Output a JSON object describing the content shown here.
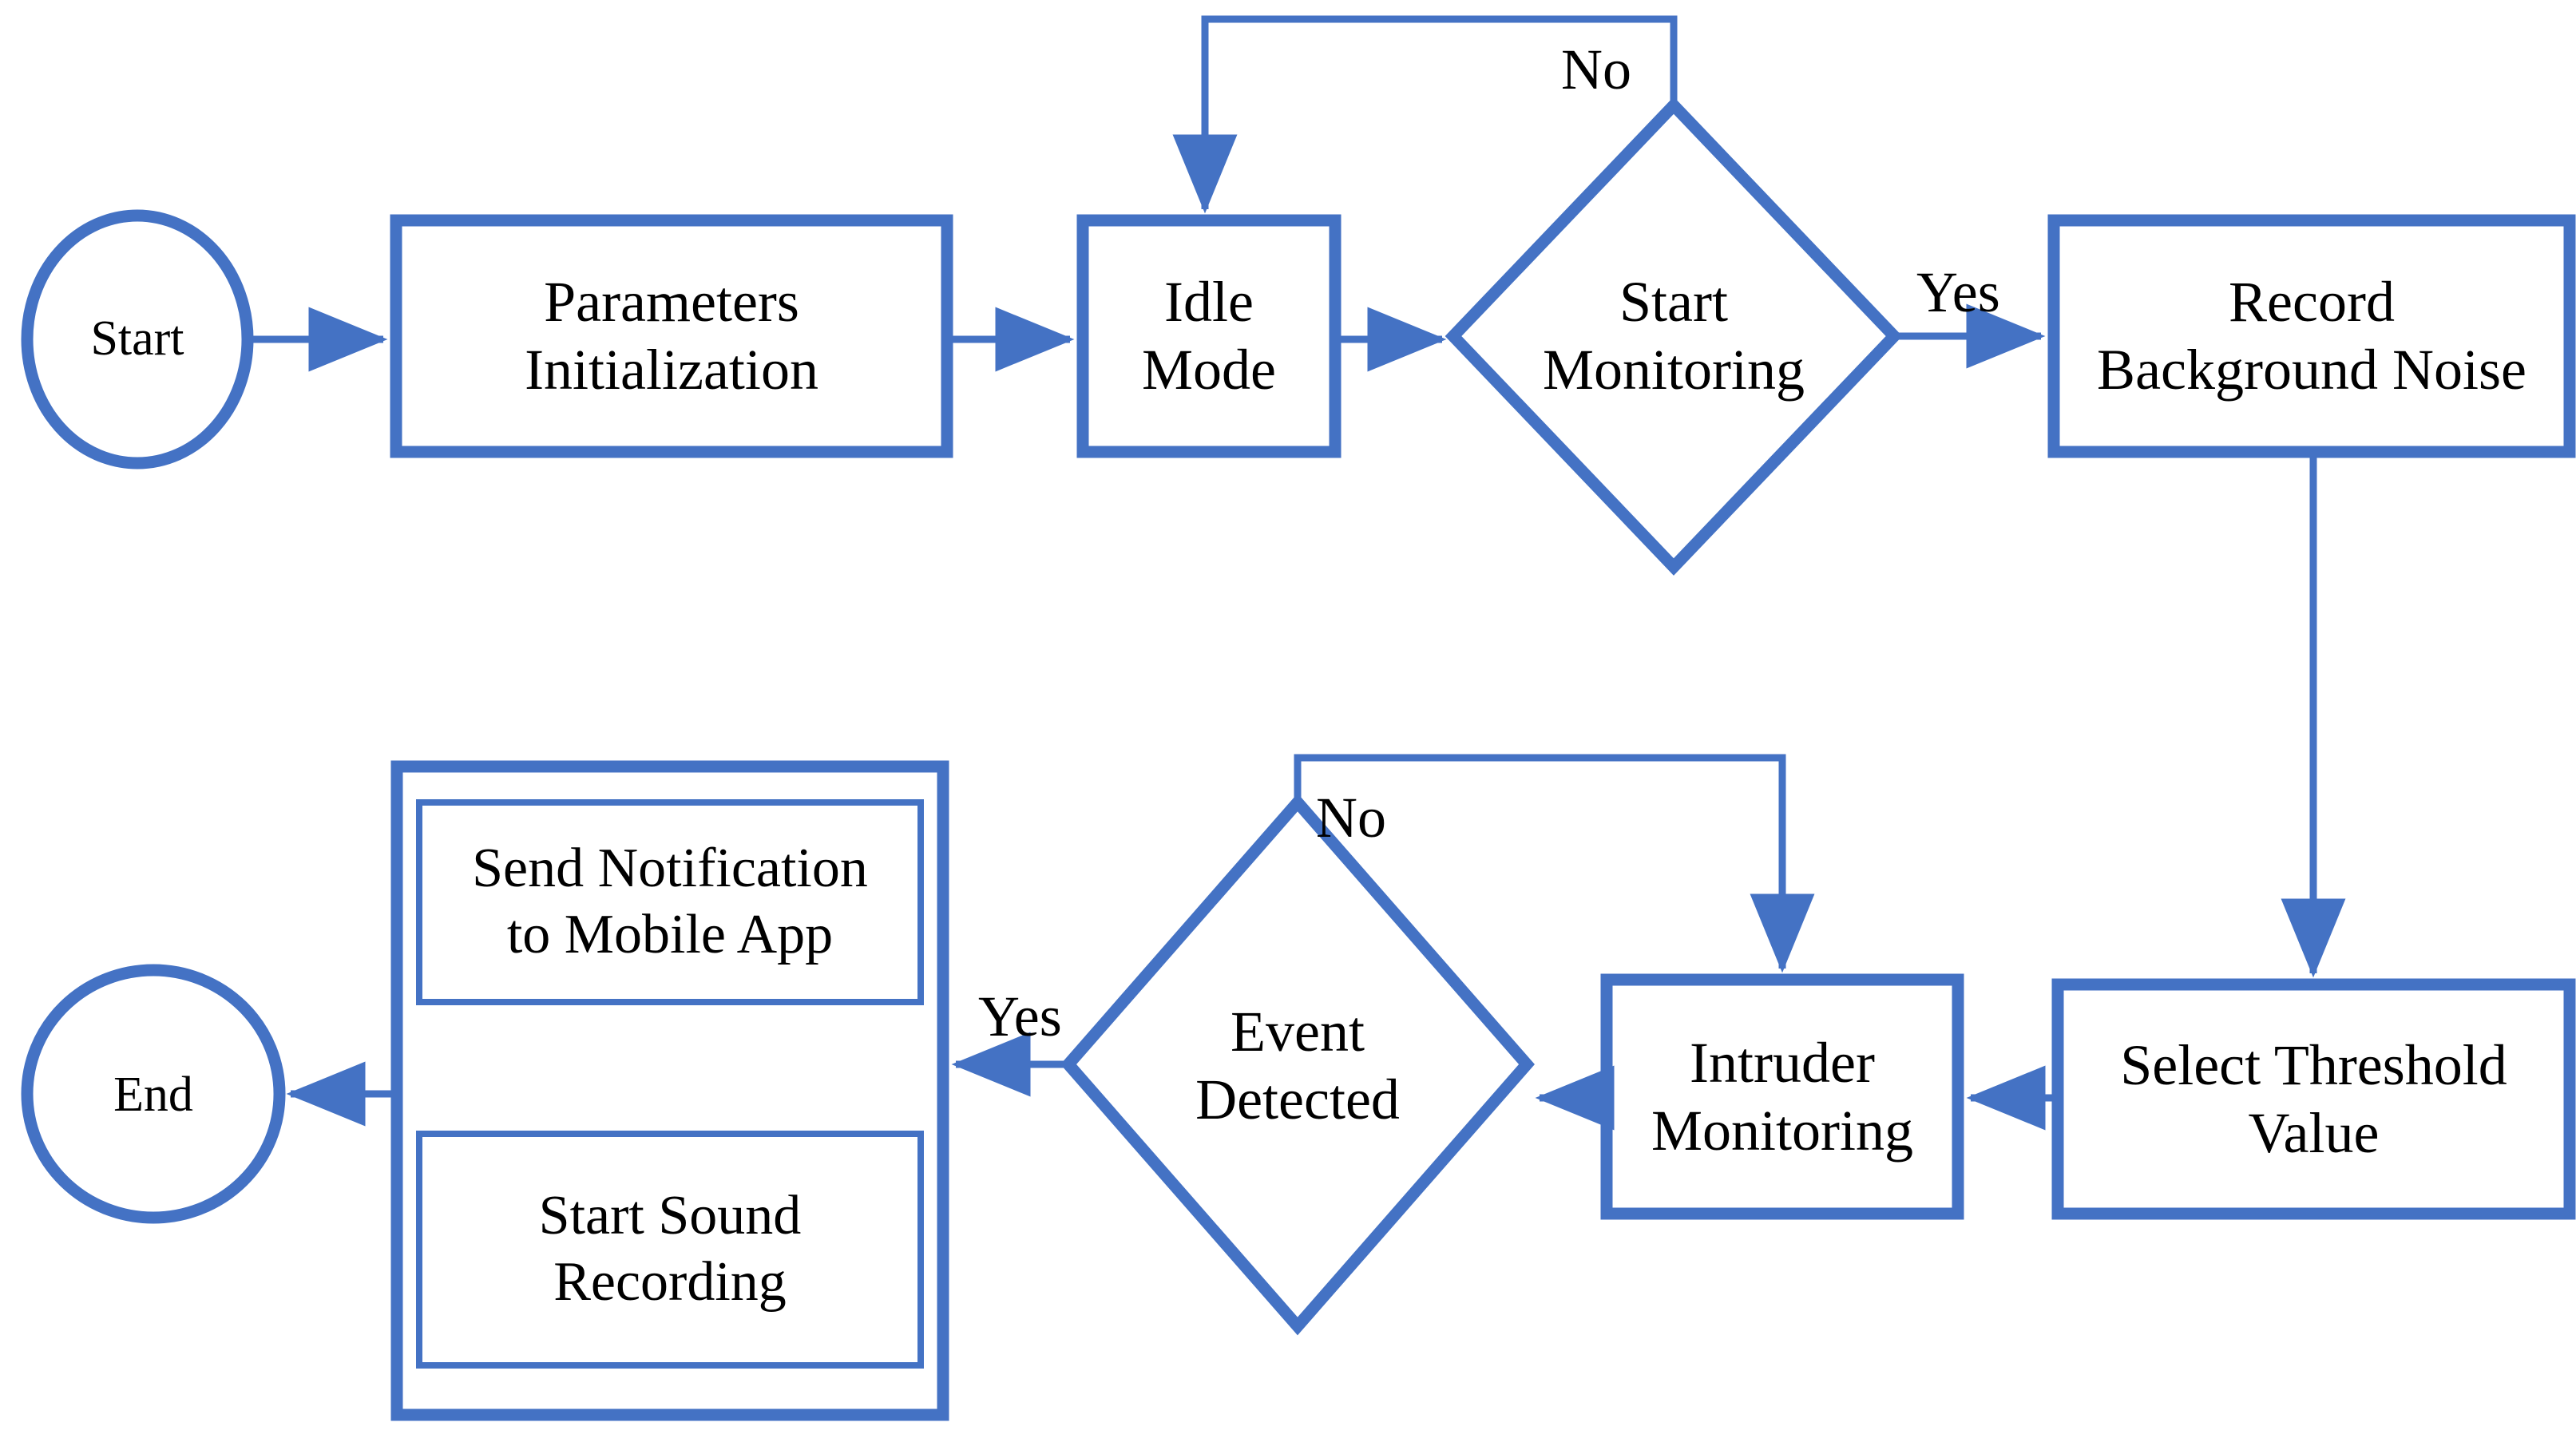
{
  "diagram": {
    "type": "flowchart",
    "title": "",
    "colors": {
      "shape_stroke": "#4472C4",
      "connector": "#4472C4",
      "text": "#000000",
      "background": "#FFFFFF"
    },
    "nodes": [
      {
        "id": "start",
        "shape": "ellipse",
        "label": "Start"
      },
      {
        "id": "params_init",
        "shape": "rectangle",
        "label": "Parameters\nInitialization"
      },
      {
        "id": "idle_mode",
        "shape": "rectangle",
        "label": "Idle\nMode"
      },
      {
        "id": "start_monitor",
        "shape": "diamond",
        "label": "Start\nMonitoring"
      },
      {
        "id": "record_noise",
        "shape": "rectangle",
        "label": "Record\nBackground Noise"
      },
      {
        "id": "select_thresh",
        "shape": "rectangle",
        "label": "Select Threshold\nValue"
      },
      {
        "id": "intruder_mon",
        "shape": "rectangle",
        "label": "Intruder\nMonitoring"
      },
      {
        "id": "event_detected",
        "shape": "diamond",
        "label": "Event\nDetected"
      },
      {
        "id": "action_group",
        "shape": "container",
        "label": ""
      },
      {
        "id": "send_notif",
        "shape": "rectangle",
        "label": "Send Notification\nto Mobile App"
      },
      {
        "id": "start_sound",
        "shape": "rectangle",
        "label": "Start Sound\nRecording"
      },
      {
        "id": "end",
        "shape": "ellipse",
        "label": "End"
      }
    ],
    "edges": [
      {
        "from": "start",
        "to": "params_init",
        "label": ""
      },
      {
        "from": "params_init",
        "to": "idle_mode",
        "label": ""
      },
      {
        "from": "idle_mode",
        "to": "start_monitor",
        "label": ""
      },
      {
        "from": "start_monitor",
        "to": "idle_mode",
        "label": "No"
      },
      {
        "from": "start_monitor",
        "to": "record_noise",
        "label": "Yes"
      },
      {
        "from": "record_noise",
        "to": "select_thresh",
        "label": ""
      },
      {
        "from": "select_thresh",
        "to": "intruder_mon",
        "label": ""
      },
      {
        "from": "intruder_mon",
        "to": "event_detected",
        "label": ""
      },
      {
        "from": "event_detected",
        "to": "intruder_mon",
        "label": "No"
      },
      {
        "from": "event_detected",
        "to": "action_group",
        "label": "Yes"
      },
      {
        "from": "action_group",
        "to": "end",
        "label": ""
      }
    ],
    "edge_labels": {
      "no_top": "No",
      "yes_top": "Yes",
      "no_bottom": "No",
      "yes_bottom": "Yes"
    }
  }
}
